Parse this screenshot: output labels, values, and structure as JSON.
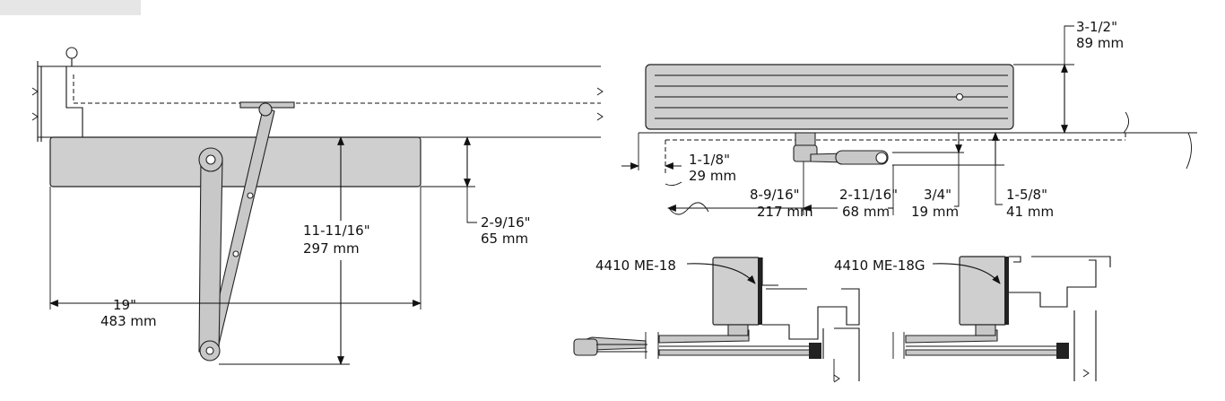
{
  "dimensions": {
    "closer_height_in": "2-9/16\"",
    "closer_height_mm": "65 mm",
    "arm_length_in": "11-11/16\"",
    "arm_length_mm": "297 mm",
    "closer_width_in": "19\"",
    "closer_width_mm": "483 mm",
    "header_height_in": "3-1/2\"",
    "header_height_mm": "89 mm",
    "reveal_in": "1-1/8\"",
    "reveal_mm": "29 mm",
    "offset1_in": "8-9/16\"",
    "offset1_mm": "217 mm",
    "offset2_in": "2-11/16\"",
    "offset2_mm": "68 mm",
    "gap_in": "3/4\"",
    "gap_mm": "19 mm",
    "projection_in": "1-5/8\"",
    "projection_mm": "41 mm"
  },
  "callouts": {
    "left_model": "4410 ME-18",
    "right_model": "4410 ME-18G"
  },
  "colors": {
    "closer_fill": "#cfcfcf",
    "line": "#111111",
    "corner_tab": "#e6e6e6"
  }
}
